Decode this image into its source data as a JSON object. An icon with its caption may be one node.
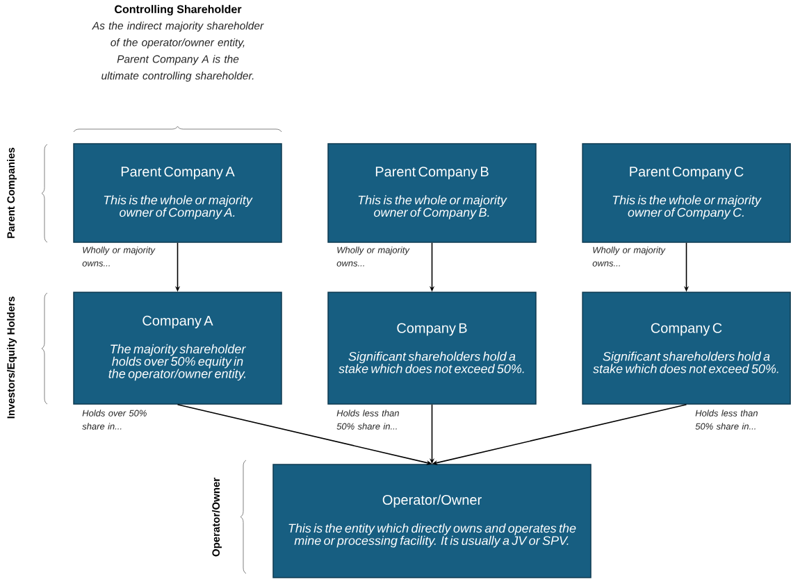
{
  "diagram": {
    "nodes": [
      {
        "text": [
          "Parent Company A",
          "This is the whole or majority owner of Company A."
        ]
      },
      {
        "text": [
          "Parent Company B",
          "This is the whole or majority owner of Company B."
        ]
      },
      {
        "text": [
          "Parent Company C",
          "This is the whole or majority owner of Company C."
        ]
      },
      {
        "text": [
          "Company A",
          "The majority shareholder holds over 50% equity in the operator/owner entity."
        ]
      },
      {
        "text": [
          "Company B",
          "Significant shareholders hold a stake which does not exceed 50%."
        ]
      },
      {
        "text": [
          "Company C",
          "Significant shareholders hold a stake which does not exceed 50%."
        ]
      },
      {
        "text": [
          "Operator/Owner",
          "This is the entity which directly owns and operates the mine or processing facility. It is usually a JV or SPV."
        ]
      }
    ],
    "edges": [
      {
        "from": 0,
        "to": 3,
        "arrow": "to",
        "label": "Wholly or majority owns..."
      },
      {
        "from": 1,
        "to": 4,
        "arrow": "to",
        "label": "Wholly or majority owns..."
      },
      {
        "from": 2,
        "to": 5,
        "arrow": "to",
        "label": "Wholly or majority owns..."
      },
      {
        "from": 3,
        "to": 6,
        "arrow": "to",
        "label": "Holds over 50% share in..."
      },
      {
        "from": 4,
        "to": 6,
        "arrow": "to",
        "label": "Holds less than 50% share in..."
      },
      {
        "from": 5,
        "to": 6,
        "arrow": "to",
        "label": "Holds less than 50% share in..."
      }
    ],
    "labels": [
      "Controlling Shareholder",
      "As the indirect majority shareholder of the operator/owner entity, Parent Company A is the ultimate controlling shareholder.",
      "Parent Companies",
      "Investors/Equity Holders",
      "Operator/Owner"
    ]
  }
}
